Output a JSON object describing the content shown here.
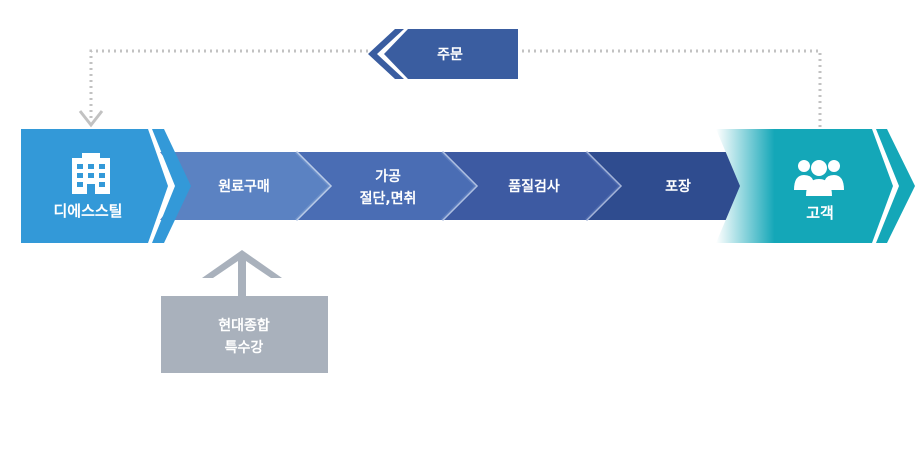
{
  "order": {
    "label": "주문"
  },
  "company": {
    "label": "디에스스틸",
    "icon": "building-icon"
  },
  "customer": {
    "label": "고객",
    "icon": "people-icon"
  },
  "steps": [
    {
      "label": "원료구매"
    },
    {
      "label": "가공",
      "label2": "절단,면취"
    },
    {
      "label": "품질검사"
    },
    {
      "label": "포장"
    }
  ],
  "supplier": {
    "label": "현대종합",
    "label2": "특수강"
  },
  "colors": {
    "company": "#3399d8",
    "step1": "#5b82c2",
    "step2": "#4a6db4",
    "step3": "#3d5aa2",
    "step4": "#2f4c8f",
    "customer": "#14a7b8",
    "order": "#3a5da0",
    "supplier": "#a9b1bc",
    "dotted": "#c2c2c2"
  }
}
